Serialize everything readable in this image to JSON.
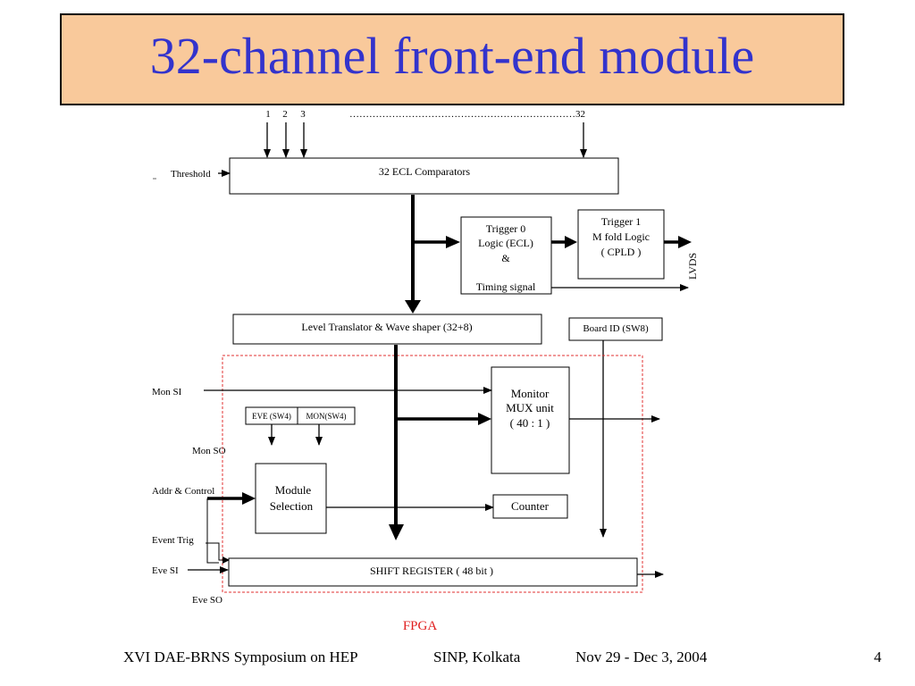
{
  "slide": {
    "title": "32-channel front-end module",
    "page_number": "4"
  },
  "footer": {
    "event": "XVI DAE-BRNS Symposium on HEP",
    "venue": "SINP, Kolkata",
    "dates": "Nov 29 - Dec 3, 2004"
  },
  "colors": {
    "title_background": "#f9c99b",
    "title_text": "#3333cc",
    "fpga_border": "#e03030",
    "fpga_label": "#e02020"
  },
  "diagram": {
    "channels": {
      "ch1": "1",
      "ch2": "2",
      "ch3": "3",
      "ch32": "……………………………………………………………32"
    },
    "blocks": {
      "comparators": "32 ECL Comparators",
      "trigger0": [
        "Trigger 0",
        "Logic (ECL)",
        "&",
        "",
        "Timing signal"
      ],
      "trigger1": [
        "Trigger 1",
        "M fold Logic",
        "( CPLD )"
      ],
      "level_translator": "Level Translator & Wave shaper (32+8)",
      "board_id": "Board ID (SW8)",
      "monitor_mux": [
        "Monitor",
        "MUX unit",
        "( 40 : 1 )"
      ],
      "eve_switch": "EVE (SW4)",
      "mon_switch": "MON(SW4)",
      "module_selection": [
        "Module",
        "Selection"
      ],
      "counter": "Counter",
      "shift_register": "SHIFT REGISTER ( 48 bit )",
      "fpga": "FPGA"
    },
    "signals": {
      "threshold": "Threshold",
      "lvds": "LVDS",
      "mon_si": "Mon SI",
      "mon_so": "Mon SO",
      "addr_control": "Addr & Control",
      "event_trig": "Event Trig",
      "eve_si": "Eve SI",
      "eve_so": "Eve SO"
    }
  }
}
